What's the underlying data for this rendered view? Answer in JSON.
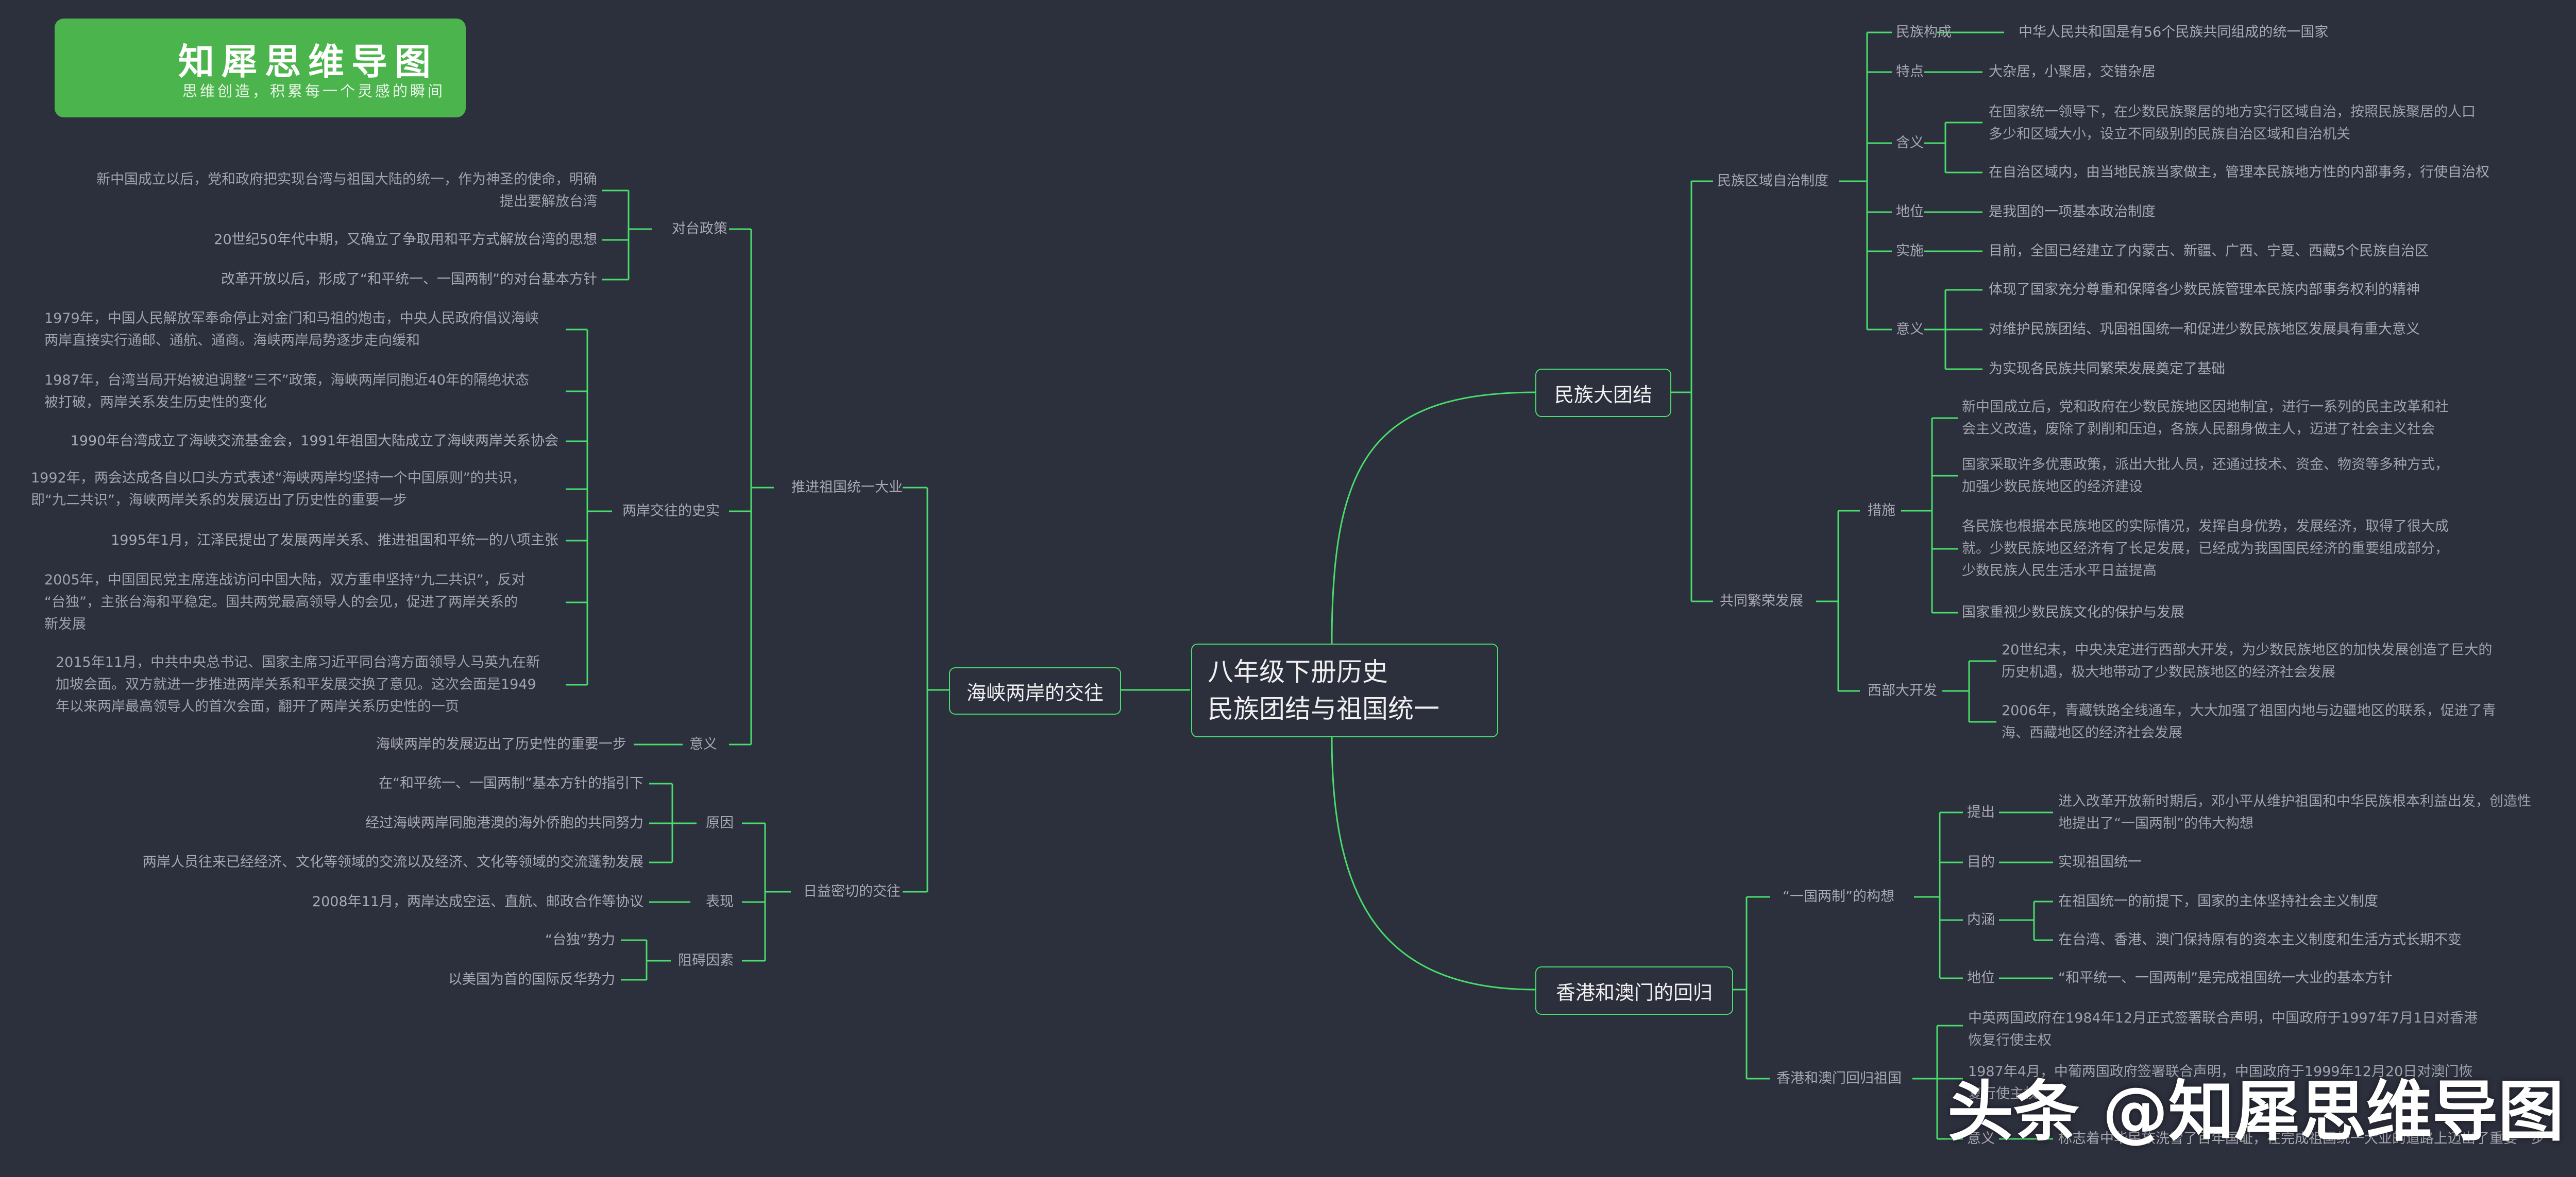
{
  "logo": {
    "title": "知犀思维导图",
    "slogan": "思维创造，积累每一个灵感的瞬间"
  },
  "watermark": "头条 @知犀思维导图",
  "root": {
    "line1": "八年级下册历史",
    "line2": "民族团结与祖国统一"
  },
  "main": {
    "unity": "民族大团结",
    "strait": "海峡两岸的交往",
    "hkmo": "香港和澳门的回归"
  },
  "unity": {
    "autonomy": {
      "label": "民族区域自治制度",
      "composition": {
        "label": "民族构成",
        "text": "中华人民共和国是有56个民族共同组成的统一国家"
      },
      "features": {
        "label": "特点",
        "text": "大杂居，小聚居，交错杂居"
      },
      "meaning": {
        "label": "含义",
        "text1a": "在国家统一领导下，在少数民族聚居的地方实行区域自治，按照民族聚居的人口",
        "text1b": "多少和区域大小，设立不同级别的民族自治区域和自治机关",
        "text2": "在自治区域内，由当地民族当家做主，管理本民族地方性的内部事务，行使自治权"
      },
      "status": {
        "label": "地位",
        "text": "是我国的一项基本政治制度"
      },
      "implement": {
        "label": "实施",
        "text": "目前，全国已经建立了内蒙古、新疆、广西、宁夏、西藏5个民族自治区"
      },
      "significance": {
        "label": "意义",
        "t1": "体现了国家充分尊重和保障各少数民族管理本民族内部事务权利的精神",
        "t2": "对维护民族团结、巩固祖国统一和促进少数民族地区发展具有重大意义",
        "t3": "为实现各民族共同繁荣发展奠定了基础"
      }
    },
    "prosperity": {
      "label": "共同繁荣发展",
      "measures": {
        "label": "措施",
        "m1a": "新中国成立后，党和政府在少数民族地区因地制宜，进行一系列的民主改革和社",
        "m1b": "会主义改造，废除了剥削和压迫，各族人民翻身做主人，迈进了社会主义社会",
        "m2a": "国家采取许多优惠政策，派出大批人员，还通过技术、资金、物资等多种方式，",
        "m2b": "加强少数民族地区的经济建设",
        "m3a": "各民族也根据本民族地区的实际情况，发挥自身优势，发展经济，取得了很大成",
        "m3b": "就。少数民族地区经济有了长足发展，已经成为我国国民经济的重要组成部分，",
        "m3c": "少数民族人民生活水平日益提高",
        "m4": "国家重视少数民族文化的保护与发展"
      },
      "west": {
        "label": "西部大开发",
        "w1a": "20世纪末，中央决定进行西部大开发，为少数民族地区的加快发展创造了巨大的",
        "w1b": "历史机遇，极大地带动了少数民族地区的经济社会发展",
        "w2a": "2006年，青藏铁路全线通车，大大加强了祖国内地与边疆地区的联系，促进了青",
        "w2b": "海、西藏地区的经济社会发展"
      }
    }
  },
  "hkmo": {
    "concept": {
      "label": "“一国两制”的构想",
      "propose": {
        "label": "提出",
        "a": "进入改革开放新时期后，邓小平从维护祖国和中华民族根本利益出发，创造性",
        "b": "地提出了“一国两制”的伟大构想"
      },
      "goal": {
        "label": "目的",
        "text": "实现祖国统一"
      },
      "content": {
        "label": "内涵",
        "t1": "在祖国统一的前提下，国家的主体坚持社会主义制度",
        "t2": "在台湾、香港、澳门保持原有的资本主义制度和生活方式长期不变"
      },
      "status": {
        "label": "地位",
        "text": "“和平统一、一国两制”是完成祖国统一大业的基本方针"
      }
    },
    "return": {
      "label": "香港和澳门回归祖国",
      "r1a": "中英两国政府在1984年12月正式签署联合声明，中国政府于1997年7月1日对香港",
      "r1b": "恢复行使主权",
      "r2a": "1987年4月，中葡两国政府签署联合声明，中国政府于1999年12月20日对澳门恢",
      "r2b": "复行使主权",
      "sig": {
        "label": "意义",
        "text": "标志着中华民族洗雪了百年国耻，在完成祖国统一大业的道路上迈出了重要一步"
      }
    }
  },
  "strait": {
    "policy": {
      "label": "对台政策",
      "p1a": "新中国成立以后，党和政府把实现台湾与祖国大陆的统一，作为神圣的使命，明确",
      "p1b": "提出要解放台湾",
      "p2": "20世纪50年代中期，又确立了争取用和平方式解放台湾的思想",
      "p3": "改革开放以后，形成了“和平统一、一国两制”的对台基本方针"
    },
    "advance": {
      "label": "推进祖国统一大业",
      "history": {
        "label": "两岸交往的史实",
        "h1a": "1979年，中国人民解放军奉命停止对金门和马祖的炮击，中央人民政府倡议海峡",
        "h1b": "两岸直接实行通邮、通航、通商。海峡两岸局势逐步走向缓和",
        "h2a": "1987年，台湾当局开始被迫调整“三不”政策，海峡两岸同胞近40年的隔绝状态",
        "h2b": "被打破，两岸关系发生历史性的变化",
        "h3": "1990年台湾成立了海峡交流基金会，1991年祖国大陆成立了海峡两岸关系协会",
        "h4a": "1992年，两会达成各自以口头方式表述“海峡两岸均坚持一个中国原则”的共识，",
        "h4b": "即“九二共识”，海峡两岸关系的发展迈出了历史性的重要一步",
        "h5": "1995年1月，江泽民提出了发展两岸关系、推进祖国和平统一的八项主张",
        "h6a": "2005年，中国国民党主席连战访问中国大陆，双方重申坚持“九二共识”，反对",
        "h6b": "“台独”，主张台海和平稳定。国共两党最高领导人的会见，促进了两岸关系的",
        "h6c": "新发展",
        "h7a": "2015年11月，中共中央总书记、国家主席习近平同台湾方面领导人马英九在新",
        "h7b": "加坡会面。双方就进一步推进两岸关系和平发展交换了意见。这次会面是1949",
        "h7c": "年以来两岸最高领导人的首次会面，翻开了两岸关系历史性的一页"
      },
      "sig": {
        "label": "意义",
        "text": "海峡两岸的发展迈出了历史性的重要一步"
      }
    },
    "close": {
      "label": "日益密切的交往",
      "reason": {
        "label": "原因",
        "r1": "在“和平统一、一国两制”基本方针的指引下",
        "r2": "经过海峡两岸同胞港澳的海外侨胞的共同努力",
        "r3": "两岸人员往来已经经济、文化等领域的交流以及经济、文化等领域的交流蓬勃发展"
      },
      "show": {
        "label": "表现",
        "text": "2008年11月，两岸达成空运、直航、邮政合作等协议"
      },
      "obstacle": {
        "label": "阻碍因素",
        "o1": "“台独”势力",
        "o2": "以美国为首的国际反华势力"
      }
    }
  },
  "colors": {
    "background": "#2c2f3c",
    "line": "#48dd6c",
    "text": "#9fa3ab",
    "logo": "#4cb44c"
  }
}
